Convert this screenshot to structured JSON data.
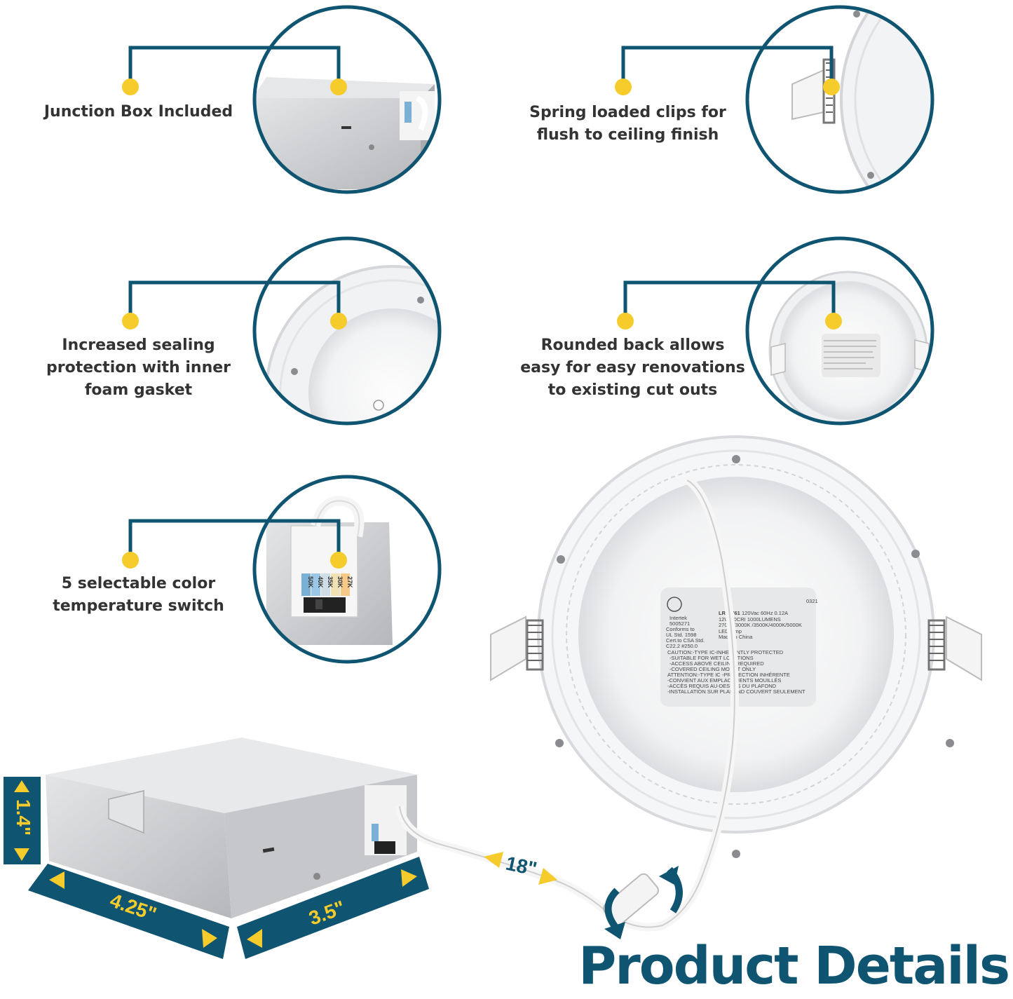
{
  "colors": {
    "accent_blue": "#0f5471",
    "accent_yellow": "#f6cb2c",
    "metal": "#c9cbce",
    "label_text": "#333333"
  },
  "features": [
    {
      "id": "junction-box",
      "label": "Junction Box Included",
      "icon": "junction-box-closeup"
    },
    {
      "id": "spring-clips",
      "label": "Spring loaded clips for\nflush to ceiling finish",
      "icon": "spring-clip-closeup"
    },
    {
      "id": "sealing",
      "label": "Increased sealing\nprotection with inner\nfoam gasket",
      "icon": "gasket-closeup"
    },
    {
      "id": "rounded-back",
      "label": "Rounded back allows\neasy for easy renovations\nto existing cut outs",
      "icon": "rounded-back-closeup"
    },
    {
      "id": "color-switch",
      "label": "5 selectable color\ntemperature switch",
      "icon": "color-switch-closeup"
    }
  ],
  "switch_settings": [
    "50K",
    "40K",
    "35K",
    "30K",
    "27K"
  ],
  "dimensions": {
    "height": "1.4\"",
    "length": "4.25\"",
    "width": "3.5\"",
    "cable": "18\""
  },
  "product_label": {
    "model": "LR23761",
    "rating": "120Vac 60Hz 0.12A",
    "specs": "12W 80CRI 1000LUMENS",
    "cct": "2700K/3000K /3500K/4000K/5000K",
    "type": "LED lamp",
    "origin": "Made in China",
    "intertek": "Intertek",
    "intertek_no": "5005271",
    "conformity": [
      "Conforms to",
      "UL Std. 1598",
      "Cert.to CSA Std.",
      "C22.2 #250.0"
    ],
    "code": "0321",
    "caution_lines": [
      "CAUTION:-TYPE IC-INHERENTLY PROTECTED",
      "-SUITABLE FOR WET LOCATIONS",
      "-ACCESS ABOVE CEILING REQUIRED",
      "-COVERED CEILING MOUNT ONLY",
      "ATTENTION:-TYPE IC -PROTECTION INHÉRENTE",
      "-CONVIENT AUX EMPLACEMENTS MOUILLÉS",
      "-ACCÈS REQUIS AU-DESSUS DU PLAFOND",
      "-INSTALLATION SUR PLAFOND COUVERT SEULEMENT"
    ]
  },
  "title": "Product Details"
}
